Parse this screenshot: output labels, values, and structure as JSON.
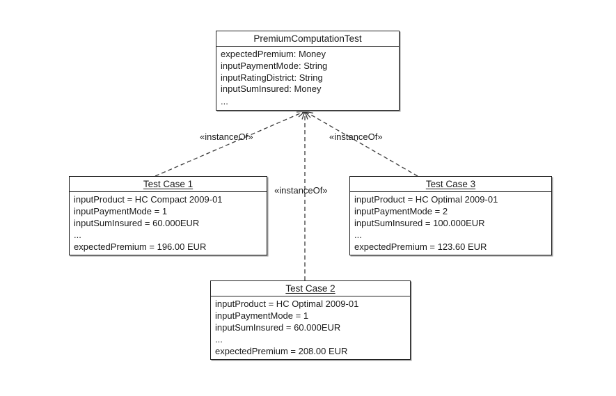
{
  "diagram": {
    "class_box": {
      "title": "PremiumComputationTest",
      "attributes": [
        "expectedPremium: Money",
        "inputPaymentMode: String",
        "inputRatingDistrict: String",
        "inputSumInsured: Money",
        "..."
      ]
    },
    "test_cases": [
      {
        "title": "Test Case 1",
        "slots": [
          "inputProduct = HC Compact 2009-01",
          "inputPaymentMode = 1",
          "inputSumInsured = 60.000EUR",
          "...",
          "expectedPremium = 196.00 EUR"
        ]
      },
      {
        "title": "Test Case 2",
        "slots": [
          "inputProduct = HC Optimal 2009-01",
          "inputPaymentMode = 1",
          "inputSumInsured = 60.000EUR",
          "...",
          "expectedPremium = 208.00 EUR"
        ]
      },
      {
        "title": "Test Case 3",
        "slots": [
          "inputProduct = HC Optimal 2009-01",
          "inputPaymentMode = 2",
          "inputSumInsured = 100.000EUR",
          "...",
          "expectedPremium = 123.60 EUR"
        ]
      }
    ],
    "connector_labels": {
      "left": "«instanceOf»",
      "middle": "«instanceOf»",
      "right": "«instanceOf»"
    }
  },
  "colors": {
    "background": "#ffffff",
    "box_border": "#1c1c1c",
    "text": "#1a1a1a",
    "connector": "#3a3a3a",
    "shadow": "#9c9c9c"
  }
}
